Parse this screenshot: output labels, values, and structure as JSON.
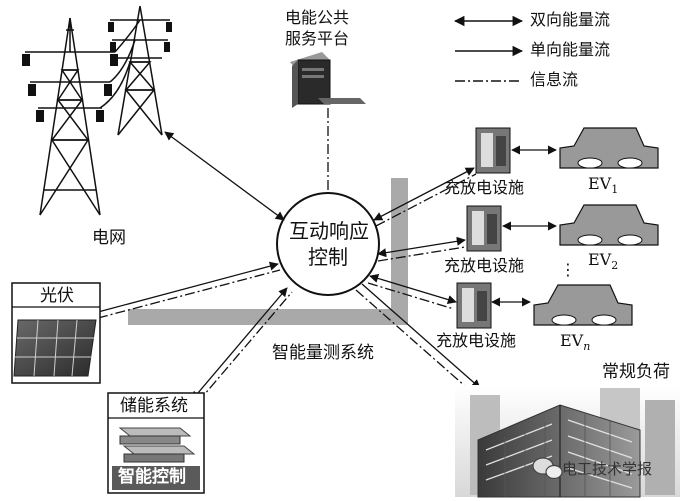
{
  "legend": {
    "bidirectional": "双向能量流",
    "unidirectional": "单向能量流",
    "information": "信息流"
  },
  "nodes": {
    "platform_line1": "电能公共",
    "platform_line2": "服务平台",
    "grid": "电网",
    "center_line1": "互动响应",
    "center_line2": "控制",
    "pv": "光伏",
    "storage": "储能系统",
    "smart_control": "智能控制",
    "metering": "智能量测系统",
    "charger_1": "充放电设施",
    "charger_2": "充放电设施",
    "charger_3": "充放电设施",
    "load": "常规负荷",
    "ev1_base": "EV",
    "ev1_sub": "1",
    "ev2_base": "EV",
    "ev2_sub": "2",
    "ev3_base": "EV",
    "ev3_sub": "n",
    "dots": "⋮"
  },
  "watermark": "电工技术学报",
  "icons": [
    "tower-icon",
    "computer-icon",
    "solar-panel-icon",
    "battery-rack-icon",
    "charger-icon",
    "car-icon",
    "building-icon",
    "wechat-icon"
  ]
}
